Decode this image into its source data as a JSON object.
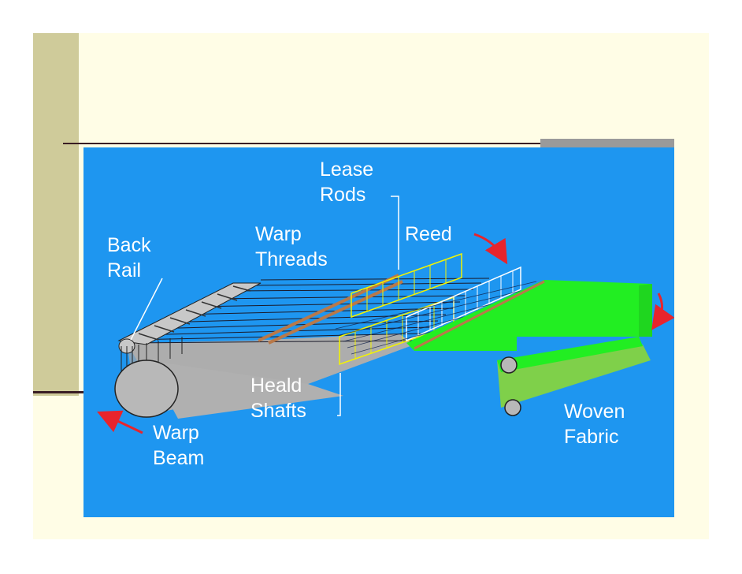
{
  "diagram": {
    "labels": {
      "lease_rods_line1": "Lease",
      "lease_rods_line2": "Rods",
      "back_rail_line1": "Back",
      "back_rail_line2": "Rail",
      "warp_threads_line1": "Warp",
      "warp_threads_line2": "Threads",
      "reed": "Reed",
      "heald_shafts_line1": "Heald",
      "heald_shafts_line2": "Shafts",
      "warp_beam_line1": "Warp",
      "warp_beam_line2": "Beam",
      "woven_fabric_line1": "Woven",
      "woven_fabric_line2": "Fabric"
    },
    "colors": {
      "background": "#1e96f0",
      "fabric": "#22ee22",
      "fabric_side": "#7fd04a",
      "arrow": "#e8242c",
      "heald": "#f4f400",
      "label": "#ffffff"
    }
  }
}
